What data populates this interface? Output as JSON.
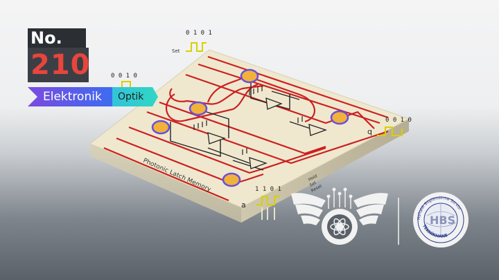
{
  "badge": {
    "prefix": "No.",
    "number": "210"
  },
  "tags": {
    "left": "Elektronik",
    "right": "Optik"
  },
  "board": {
    "label": "Photonic Latch Memory"
  },
  "signals": {
    "set_label": "Set",
    "set_bits": "0 1 0 1",
    "left_bits": "0 0 1 0",
    "right_bits": "0 0 1 0",
    "bottom_bits": "1 1 0 1",
    "port_q": "q",
    "port_q2": "a",
    "ports": [
      "Hold",
      "Set",
      "Reset"
    ]
  },
  "logos": {
    "hbs_text": "HBS",
    "hbs_ring_top": "Haftalık Bilgilendirme Servisi",
    "hbs_ring_bottom": "TEKNİKHANE"
  },
  "colors": {
    "trace": "#cc1f1f",
    "board_top": "#efe8cf",
    "ring_outer": "#6a4fd8",
    "ring_inner": "#f0b23a",
    "signal": "#d9d000",
    "badge_red": "#e8453c"
  }
}
